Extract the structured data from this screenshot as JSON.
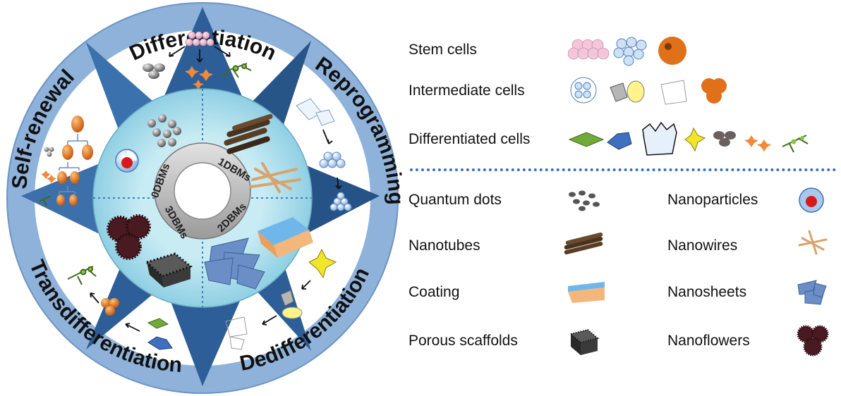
{
  "wheel": {
    "ring_labels": {
      "differentiation": "Differentiation",
      "reprogramming": "Reprogramming",
      "dedifferentiation": "Dedifferentiation",
      "transdifferentiation": "Transdifferentiation",
      "self_renewal": "Self-renewal"
    },
    "dbm_labels": {
      "zero": "0DBMs",
      "one": "1DBMs",
      "two": "2DBMs",
      "three": "3DBMs"
    }
  },
  "legend": {
    "cell_rows": [
      {
        "label": "Stem cells"
      },
      {
        "label": "Intermediate cells"
      },
      {
        "label": "Differentiated  cells"
      }
    ],
    "material_rows": [
      {
        "left": "Quantum dots",
        "right": "Nanoparticles"
      },
      {
        "left": "Nanotubes",
        "right": "Nanowires"
      },
      {
        "left": "Coating",
        "right": "Nanosheets"
      },
      {
        "left": "Porous scaffolds",
        "right": "Nanoflowers"
      }
    ]
  },
  "colors": {
    "outer_ring": "#8fb2da",
    "star_blue": "#2d5e97",
    "inner_disc": "#a9dcea",
    "gray_ring": "#b8b8b8",
    "stem_cell_orange": "#e0701a",
    "divider": "#3a6fb5"
  }
}
